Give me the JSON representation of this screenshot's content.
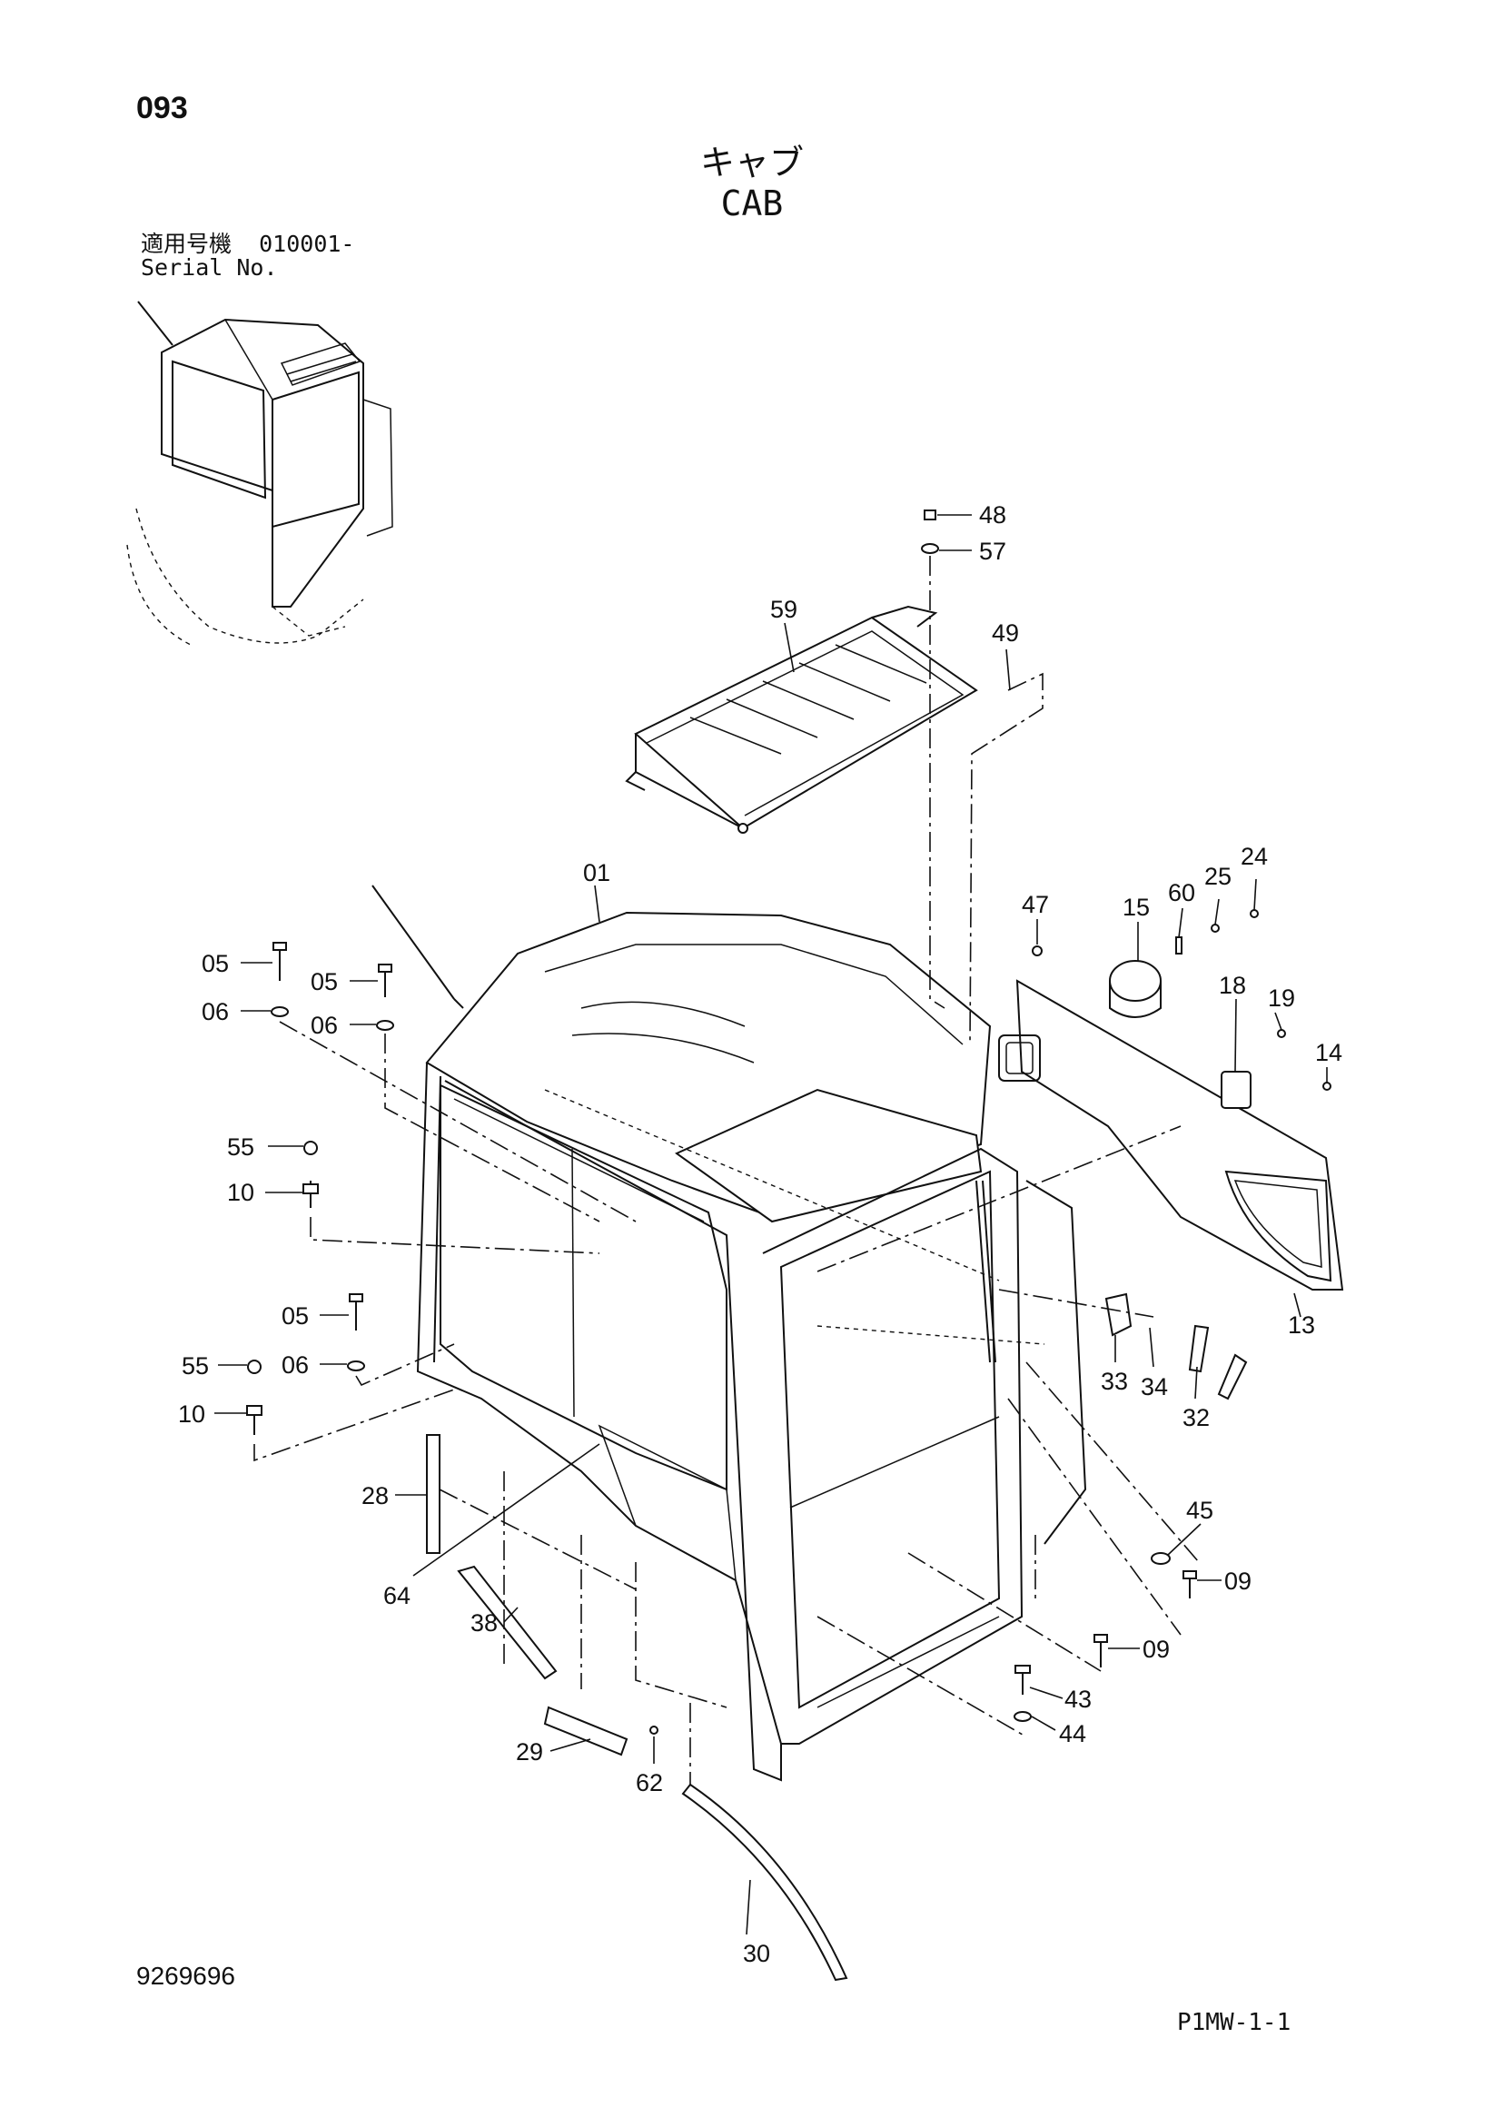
{
  "page_number": "093",
  "title_jp": "キャブ",
  "title_en": "CAB",
  "serial": {
    "label_jp": "適用号機",
    "value": "010001-",
    "label_en": "Serial No."
  },
  "document_number": "9269696",
  "sheet_code": "P1MW-1-1",
  "callouts": [
    {
      "id": "c48",
      "text": "48"
    },
    {
      "id": "c57",
      "text": "57"
    },
    {
      "id": "c59",
      "text": "59"
    },
    {
      "id": "c49",
      "text": "49"
    },
    {
      "id": "c01",
      "text": "01"
    },
    {
      "id": "c47",
      "text": "47"
    },
    {
      "id": "c15",
      "text": "15"
    },
    {
      "id": "c60",
      "text": "60"
    },
    {
      "id": "c25",
      "text": "25"
    },
    {
      "id": "c24",
      "text": "24"
    },
    {
      "id": "c18",
      "text": "18"
    },
    {
      "id": "c19",
      "text": "19"
    },
    {
      "id": "c14",
      "text": "14"
    },
    {
      "id": "c13",
      "text": "13"
    },
    {
      "id": "c05a",
      "text": "05"
    },
    {
      "id": "c06a",
      "text": "06"
    },
    {
      "id": "c05b",
      "text": "05"
    },
    {
      "id": "c06b",
      "text": "06"
    },
    {
      "id": "c55a",
      "text": "55"
    },
    {
      "id": "c10a",
      "text": "10"
    },
    {
      "id": "c05c",
      "text": "05"
    },
    {
      "id": "c55b",
      "text": "55"
    },
    {
      "id": "c06c",
      "text": "06"
    },
    {
      "id": "c10b",
      "text": "10"
    },
    {
      "id": "c33",
      "text": "33"
    },
    {
      "id": "c34",
      "text": "34"
    },
    {
      "id": "c32",
      "text": "32"
    },
    {
      "id": "c28",
      "text": "28"
    },
    {
      "id": "c64",
      "text": "64"
    },
    {
      "id": "c38",
      "text": "38"
    },
    {
      "id": "c45",
      "text": "45"
    },
    {
      "id": "c09a",
      "text": "09"
    },
    {
      "id": "c09b",
      "text": "09"
    },
    {
      "id": "c43",
      "text": "43"
    },
    {
      "id": "c44",
      "text": "44"
    },
    {
      "id": "c29",
      "text": "29"
    },
    {
      "id": "c62",
      "text": "62"
    },
    {
      "id": "c30",
      "text": "30"
    }
  ]
}
